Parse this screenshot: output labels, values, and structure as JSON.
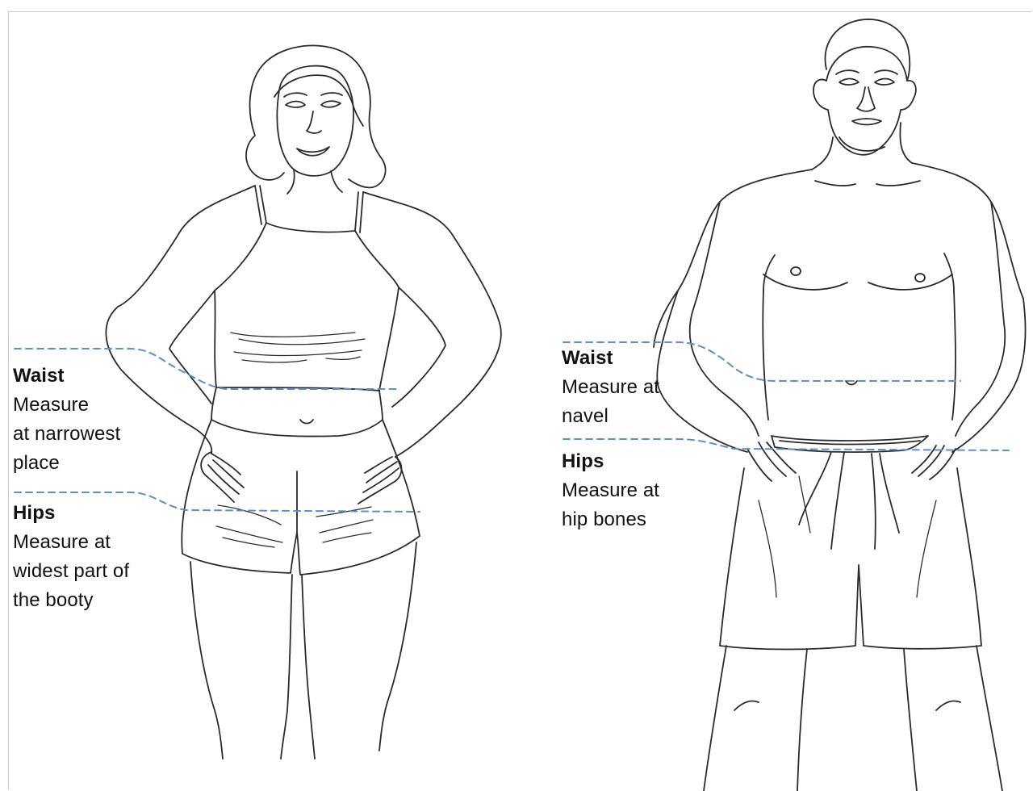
{
  "colors": {
    "outline": "#2b2b2b",
    "dashed_line": "#5b8fc9",
    "text": "#111111",
    "background": "#ffffff"
  },
  "woman": {
    "waist": {
      "heading": "Waist",
      "text": "Measure\nat narrowest\nplace"
    },
    "hips": {
      "heading": "Hips",
      "text": "Measure at\nwidest part of\nthe booty"
    }
  },
  "man": {
    "waist": {
      "heading": "Waist",
      "text": "Measure at\nnavel"
    },
    "hips": {
      "heading": "Hips",
      "text": "Measure at\nhip bones"
    }
  }
}
